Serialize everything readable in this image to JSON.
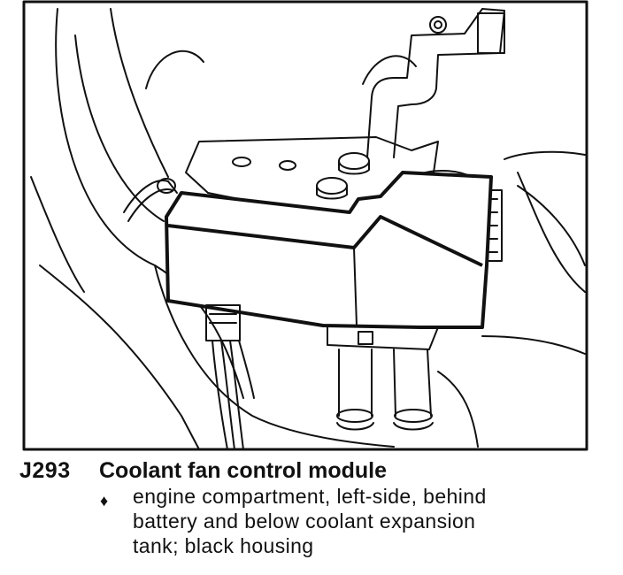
{
  "component": {
    "code": "J293",
    "title": "Coolant fan control module",
    "bullet": "♦",
    "description_lines": [
      "engine compartment, left-side, behind",
      "battery and below coolant expansion",
      "tank;  black housing"
    ]
  },
  "colors": {
    "ink": "#111111",
    "paper": "#ffffff",
    "housing": "#1a1a1a"
  }
}
